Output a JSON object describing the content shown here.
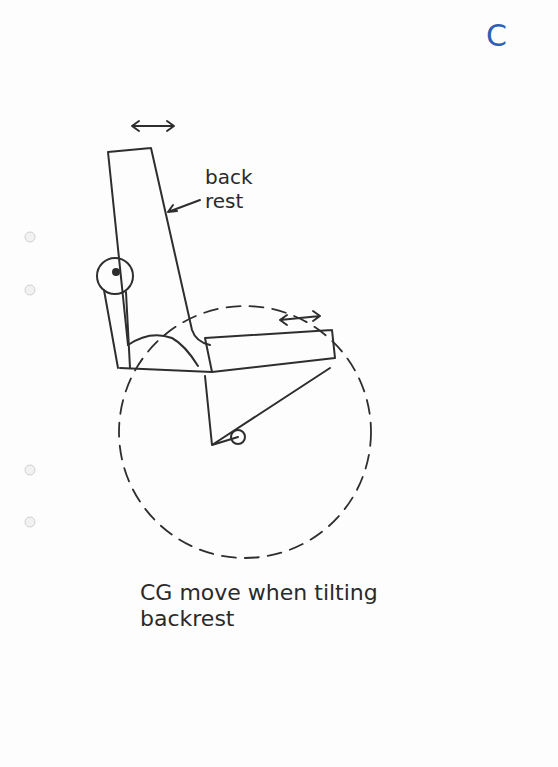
{
  "diagram": {
    "labels": [
      "C",
      "back rest",
      "CG move when tilting backrest"
    ]
  }
}
